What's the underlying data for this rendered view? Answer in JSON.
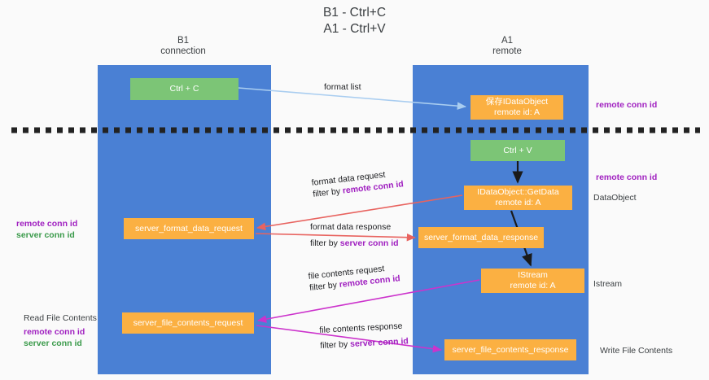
{
  "title": {
    "line1": "B1 - Ctrl+C",
    "line2": "A1 - Ctrl+V"
  },
  "lanes": [
    {
      "id": "b1",
      "line1": "B1",
      "line2": "connection",
      "color": "#4a80d4"
    },
    {
      "id": "a1",
      "line1": "A1",
      "line2": "remote",
      "color": "#4a80d4"
    }
  ],
  "boxes": {
    "ctrl_c": {
      "label": "Ctrl + C",
      "color": "#7cc576"
    },
    "save_dataobject": {
      "line1": "保存IDataObject",
      "line2": "remote id: A",
      "color": "#fbb042"
    },
    "ctrl_v": {
      "label": "Ctrl + V",
      "color": "#7cc576"
    },
    "getdata": {
      "line1": "IDataObject::GetData",
      "line2": "remote id: A",
      "color": "#fbb042"
    },
    "server_format_data_request": {
      "label": "server_format_data_request",
      "color": "#fbb042"
    },
    "server_format_data_response": {
      "label": "server_format_data_response",
      "color": "#fbb042"
    },
    "istream": {
      "line1": "IStream",
      "line2": "remote id: A",
      "color": "#fbb042"
    },
    "server_file_contents_request": {
      "label": "server_file_contents_request",
      "color": "#fbb042"
    },
    "server_file_contents_response": {
      "label": "server_file_contents_response",
      "color": "#fbb042"
    }
  },
  "edge_labels": {
    "format_list": "format list",
    "format_data_request": "format data request",
    "format_data_request_filter_prefix": "filter by ",
    "format_data_request_filter_key": "remote conn id",
    "format_data_response": "format data response",
    "format_data_response_filter_prefix": "filter by ",
    "format_data_response_filter_key": "server conn id",
    "file_contents_request": "file contents request",
    "file_contents_request_filter_prefix": "filter by ",
    "file_contents_request_filter_key": "remote conn id",
    "file_contents_response": "file contents response",
    "file_contents_response_filter_prefix": "filter by ",
    "file_contents_response_filter_key": "server conn id"
  },
  "annotations": {
    "right_remote_conn_id_top": "remote conn id",
    "right_remote_conn_id_mid": "remote conn id",
    "right_dataobject": "DataObject",
    "right_istream": "Istream",
    "right_write_file_contents": "Write File Contents",
    "left_mid_remote": "remote conn id",
    "left_mid_server": "server conn id",
    "left_bottom_title": "Read File Contents",
    "left_bottom_remote": "remote conn id",
    "left_bottom_server": "server conn id"
  },
  "colors": {
    "lane": "#4a80d4",
    "green_box": "#7cc576",
    "orange_box": "#fbb042",
    "purple_text": "#a020c0",
    "green_text": "#3a9a4a",
    "arrow_blue": "#a9cdf0",
    "arrow_red": "#e8635f",
    "arrow_magenta": "#cc33cc",
    "arrow_black": "#1a1a1a",
    "divider": "#222222",
    "background": "#fafafa"
  }
}
